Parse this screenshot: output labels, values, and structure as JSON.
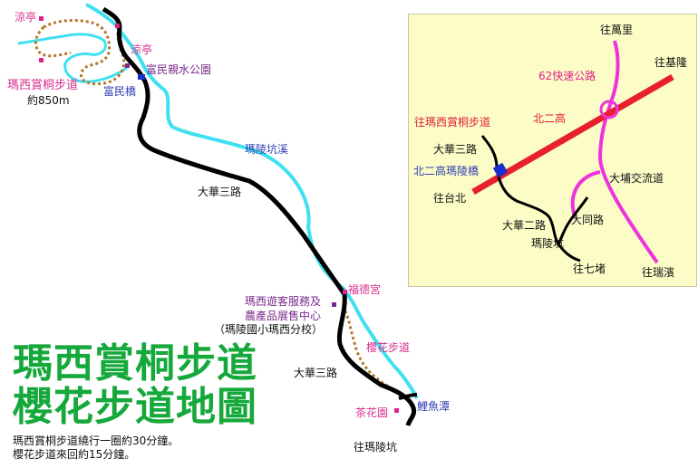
{
  "title": {
    "line1": "瑪西賞桐步道",
    "line2": "櫻花步道地圖"
  },
  "notes": {
    "line1": "瑪西賞桐步道繞行一圈約30分鐘。",
    "line2": "櫻花步道來回約15分鐘。"
  },
  "main_map": {
    "pavilion_left": "涼亭",
    "pavilion_right": "涼亭",
    "park": "富民親水公園",
    "trail_name": "瑪西賞桐步道",
    "trail_length": "約850m",
    "bridge": "富民橋",
    "stream": "瑪陵坑溪",
    "road_upper": "大華三路",
    "temple": "福德宮",
    "center_line1": "瑪西遊客服務及",
    "center_line2": "農產品展售中心",
    "center_line3": "（瑪陵國小瑪西分校）",
    "cherry_trail": "櫻花步道",
    "road_lower": "大華三路",
    "tea_garden": "茶花園",
    "carp_pool": "鯉魚潭",
    "to_maling": "往瑪陵坑"
  },
  "inset_map": {
    "to_wanli": "往萬里",
    "to_keelung": "往基隆",
    "expressway_62": "62快速公路",
    "freeway_2": "北二高",
    "to_trail": "往瑪西賞桐步道",
    "road_dahua3": "大華三路",
    "bridge": "北二高瑪陵橋",
    "to_taipei": "往台北",
    "interchange": "大埔交流道",
    "road_dahua2": "大華二路",
    "road_datong": "大同路",
    "maling": "瑪陵坑",
    "to_qidu": "往七堵",
    "to_ruibin": "往瑞濱"
  },
  "colors": {
    "stream": "#3fe0f0",
    "road": "#000000",
    "trail": "#b5762a",
    "title": "#15a83a",
    "freeway": "#e8202c",
    "expressway": "#ee33dd",
    "inset_bg": "#fcfcc6",
    "marker_pink": "#e0208c",
    "marker_purple": "#7a2a8c",
    "bridge_blue": "#1a2fd0"
  }
}
